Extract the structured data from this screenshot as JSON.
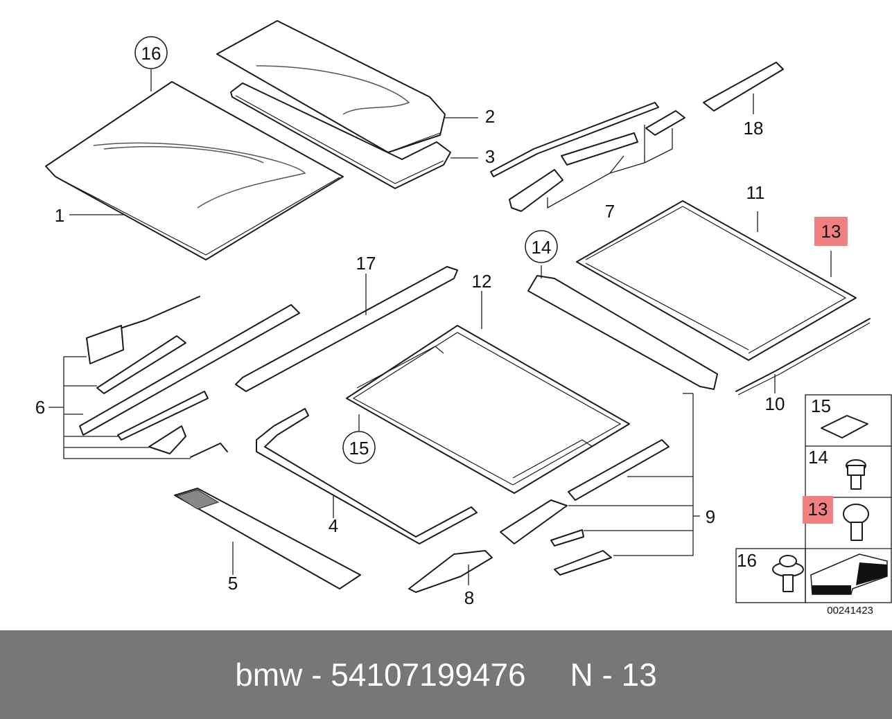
{
  "diagram": {
    "callouts": {
      "c1": "1",
      "c2": "2",
      "c3": "3",
      "c4": "4",
      "c5": "5",
      "c6": "6",
      "c7": "7",
      "c8": "8",
      "c9": "9",
      "c10": "10",
      "c11": "11",
      "c12": "12",
      "c13": "13",
      "c14": "14",
      "c15": "15",
      "c16": "16",
      "c17": "17",
      "c18": "18"
    },
    "legend": {
      "l15": "15",
      "l14": "14",
      "l13": "13",
      "l16": "16"
    },
    "highlight_color": "#f08080",
    "diagram_number": "00241423"
  },
  "footer": {
    "brand": "bmw",
    "separator1": " - ",
    "part_number": "54107199476",
    "gap": "     ",
    "position_label": "N - 13"
  }
}
